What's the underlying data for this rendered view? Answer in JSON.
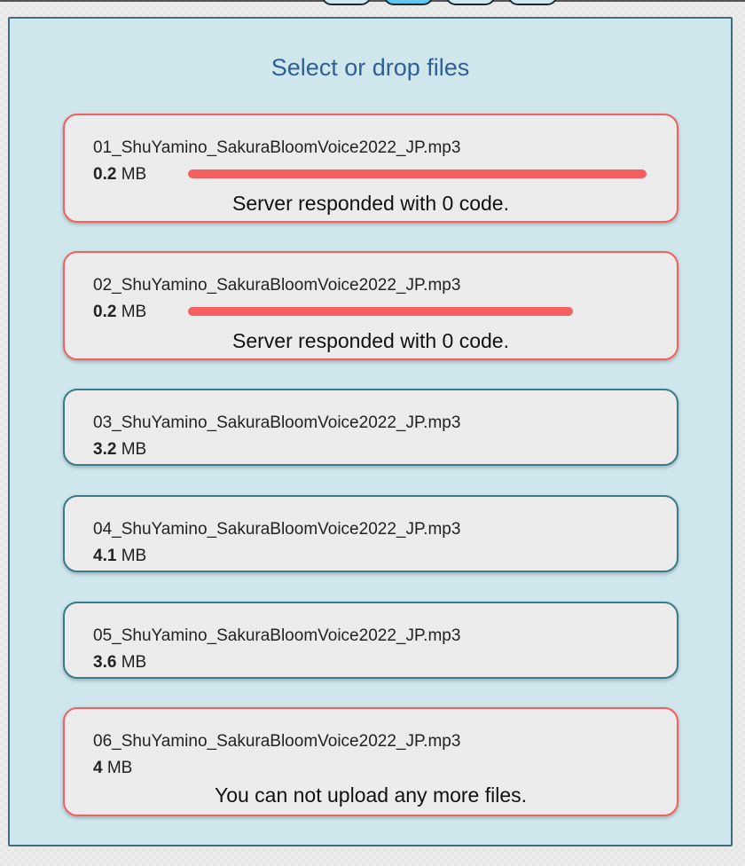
{
  "title": "Select or drop files",
  "nav_buttons": [
    {
      "active": false
    },
    {
      "active": true
    },
    {
      "active": false
    },
    {
      "active": false
    }
  ],
  "colors": {
    "error": "#f55f5f",
    "normal": "#3a7a8c",
    "title": "#2e5f95"
  },
  "files": [
    {
      "name": "01_ShuYamino_SakuraBloomVoice2022_JP.mp3",
      "size": "0.2",
      "unit": "MB",
      "status": "error",
      "progress": 100,
      "message": "Server responded with 0 code."
    },
    {
      "name": "02_ShuYamino_SakuraBloomVoice2022_JP.mp3",
      "size": "0.2",
      "unit": "MB",
      "status": "error",
      "progress": 84,
      "message": "Server responded with 0 code."
    },
    {
      "name": "03_ShuYamino_SakuraBloomVoice2022_JP.mp3",
      "size": "3.2",
      "unit": "MB",
      "status": "queued"
    },
    {
      "name": "04_ShuYamino_SakuraBloomVoice2022_JP.mp3",
      "size": "4.1",
      "unit": "MB",
      "status": "queued"
    },
    {
      "name": "05_ShuYamino_SakuraBloomVoice2022_JP.mp3",
      "size": "3.6",
      "unit": "MB",
      "status": "queued"
    },
    {
      "name": "06_ShuYamino_SakuraBloomVoice2022_JP.mp3",
      "size": "4",
      "unit": "MB",
      "status": "error",
      "message": "You can not upload any more files."
    }
  ]
}
